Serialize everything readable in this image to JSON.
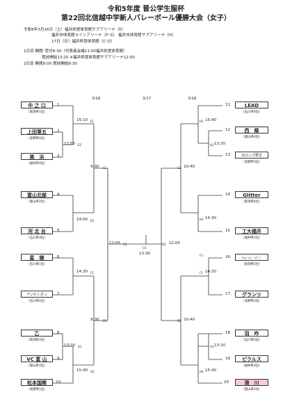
{
  "header": {
    "title": "令和5年度 晋公学生服杯",
    "subtitle": "第22回北信越中学新人バレーボール優勝大会（女子）"
  },
  "info": {
    "line1": "令和6年3月16日（土）福井県営体育館サブアリーナ（E）",
    "line2": "福井市体育館メインアリーナ（F･G）  福井市体育館サブアリーナ（H）",
    "line3": "17日（日）福井県営体育館（C･D）",
    "line4": "1日目  開館･受付8:30（代表者会議11:00福井県営体育館）",
    "line5": "競技開始13:20  ※福井県営体育館サブアリーナ12:50",
    "line6": "2日目  開館8:00  競技開始9:30"
  },
  "dates": {
    "d1_left": "3/16",
    "d2": "3/17",
    "d1_right": "3/16"
  },
  "left_teams": [
    {
      "num": "1",
      "name": "中 之 口",
      "pref": "（新潟県1位）"
    },
    {
      "num": "2",
      "name": "上田第五",
      "pref": "（長野県4位）"
    },
    {
      "num": "3",
      "name": "美　浜",
      "pref": "（福井県4位）"
    },
    {
      "num": "4",
      "name": "富山北部",
      "pref": "（富山県2位）"
    },
    {
      "num": "5",
      "name": "河 北 台",
      "pref": "（石川県3位）"
    },
    {
      "num": "6",
      "name": "星　稜",
      "pref": "（石川県1位）"
    },
    {
      "num": "7",
      "name": "アンビシオン",
      "pref": "（石川県2位）"
    },
    {
      "num": "8",
      "name": "乙",
      "pref": "（新潟県3位）"
    },
    {
      "num": "9",
      "name": "VC 富 山",
      "pref": "（富山県3位）"
    },
    {
      "num": "10",
      "name": "松本国際",
      "pref": "（長野県1位）"
    }
  ],
  "right_teams": [
    {
      "num": "11",
      "name": "LEAD",
      "pref": "（石川県4位）"
    },
    {
      "num": "12",
      "name": "西　條",
      "pref": "（富山県4位）"
    },
    {
      "num": "13",
      "name": "ガロンズ夢王",
      "pref": "（長野県3位）"
    },
    {
      "num": "14",
      "name": "Glitter",
      "pref": "（新潟県4位）"
    },
    {
      "num": "15",
      "name": "工大福井",
      "pref": "（福井県1位）"
    },
    {
      "num": "16",
      "name": "ｱｷﾑﾒ･ﾚｯﾄﾞ･ｴｸﾌﾞﾌﾞ",
      "pref": "（新潟県2位）"
    },
    {
      "num": "17",
      "name": "グランツ",
      "pref": "（長野県2位）"
    },
    {
      "num": "18",
      "name": "羽　咋",
      "pref": "（石川県5位）"
    },
    {
      "num": "19",
      "name": "ピクルス",
      "pref": "（福井県3位）"
    },
    {
      "num": "20",
      "name": "滑　川",
      "pref": "（富山県1位）"
    }
  ],
  "match_times": {
    "e1": "15:10",
    "e_pre": "12:50",
    "c1": "9:30",
    "e2": "14:00",
    "f_l": "14:30",
    "d1": "9:30",
    "g1": "13:20",
    "g2": "15:40",
    "h1": "15:40",
    "h_pre": "13:20",
    "c2": "10:40",
    "h2": "14:30",
    "f_r": "14:30",
    "d2": "10:40",
    "h_r3": "13:20",
    "h_r4": "15:40",
    "semi_l": "12:05",
    "semi_r": "12:05",
    "final": "13:30"
  },
  "court_codes": {
    "e1": "E1",
    "e_pre": "E2",
    "c1": "C1",
    "e2": "E3",
    "f_l": "F2",
    "d1": "D1",
    "g1": "G1",
    "g2": "G2",
    "semi_l": "C3",
    "final": "C4",
    "semi_r": "D3",
    "h1": "H1",
    "h_pre": "H2",
    "c2": "C2",
    "h2": "H3",
    "f_r": "F1",
    "f_r3": "F3",
    "d2": "D2",
    "h_r3": "G3",
    "h_r4": "H4"
  }
}
